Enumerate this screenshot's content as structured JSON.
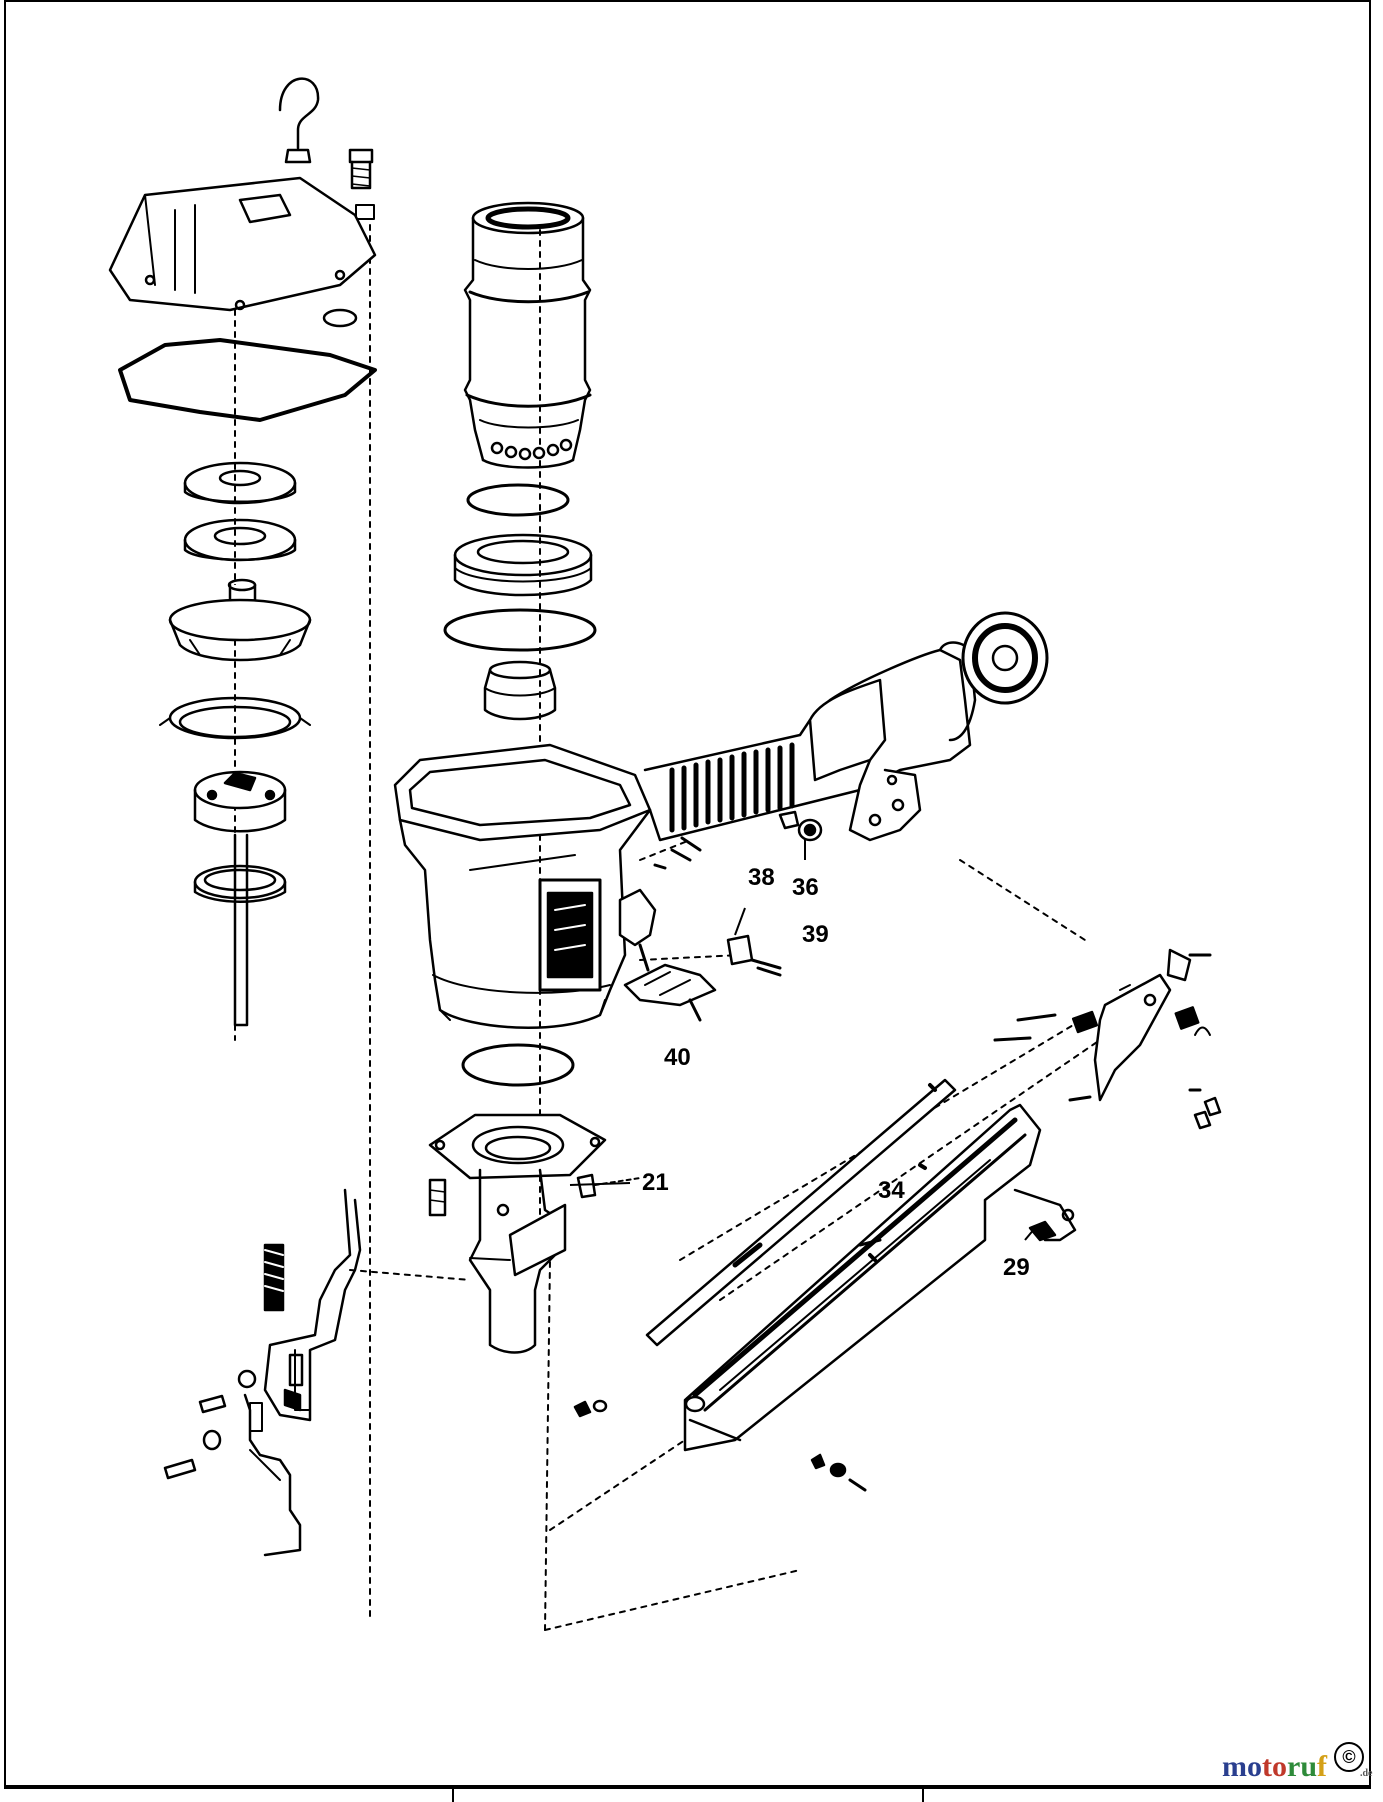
{
  "callouts": [
    {
      "id": "c36",
      "label": "36"
    },
    {
      "id": "c38",
      "label": "38"
    },
    {
      "id": "c39",
      "label": "39"
    },
    {
      "id": "c40",
      "label": "40"
    },
    {
      "id": "c21",
      "label": "21"
    },
    {
      "id": "c34",
      "label": "34"
    },
    {
      "id": "c29",
      "label": "29"
    }
  ],
  "watermark": {
    "part1": "mo",
    "part2": "to",
    "part3": "ru",
    "part4": "f",
    "copyright": "©",
    "tld": ".de"
  },
  "colors": {
    "line": "#000000",
    "background": "#ffffff"
  }
}
